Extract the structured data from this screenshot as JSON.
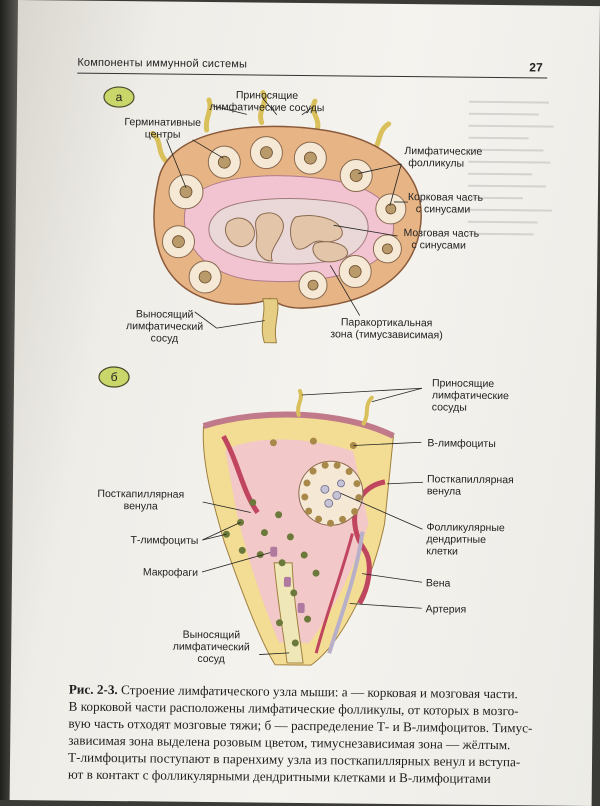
{
  "header": {
    "running_title": "Компоненты иммунной системы",
    "page_number": "27"
  },
  "figure_a": {
    "panel_letter": "а",
    "labels": {
      "afferent": [
        "Приносящие",
        "лимфатические сосуды"
      ],
      "germinal": [
        "Герминативные",
        "центры"
      ],
      "follicles": [
        "Лимфатические",
        "фолликулы"
      ],
      "cortex": [
        "Корковая часть",
        "с синусами"
      ],
      "medulla": [
        "Мозговая часть",
        "с синусами"
      ],
      "efferent": [
        "Выносящий",
        "лимфатический",
        "сосуд"
      ],
      "paracortex": [
        "Паракортикальная",
        "зона (тимусзависимая)"
      ]
    }
  },
  "figure_b": {
    "panel_letter": "б",
    "labels": {
      "afferent": [
        "Приносящие",
        "лимфатические",
        "сосуды"
      ],
      "b_cells": "B-лимфоциты",
      "hev_right": [
        "Посткапиллярная",
        "венула"
      ],
      "hev_left": [
        "Посткапиллярная",
        "венула"
      ],
      "t_cells": "Т-лимфоциты",
      "fdc": [
        "Фолликулярные",
        "дендритные",
        "клетки"
      ],
      "macrophages": "Макрофаги",
      "vein": "Вена",
      "artery": "Артерия",
      "efferent": [
        "Выносящий",
        "лимфатический",
        "сосуд"
      ]
    }
  },
  "caption": {
    "number": "Рис. 2-3.",
    "lines": [
      " Строение лимфатического узла мыши: а — корковая и мозговая части.",
      "В корковой части расположены лимфатические фолликулы, от которых в мозго-",
      "вую часть отходят мозговые тяжи; б — распределение Т- и В-лимфоцитов. Тимус-",
      "зависимая зона выделена розовым цветом, тимуснезависимая зона — жёлтым.",
      "Т-лимфоциты поступают в паренхиму узла из посткапиллярных венул и вступа-",
      "ют в контакт с фолликулярными дендритными клетками и В-лимфоцитами"
    ]
  },
  "colors": {
    "panel_badge": "#c8d66a",
    "cortex_fill": "#e7b585",
    "paracortex_fill": "#f2c4d2",
    "medulla_fill": "#ead8d8",
    "follicle_fill": "#f5e9d6",
    "yellow_zone": "#f3dc93",
    "t_cell": "#6b7a3a",
    "b_cell": "#a8894a",
    "vessel_red": "#c0455e"
  }
}
